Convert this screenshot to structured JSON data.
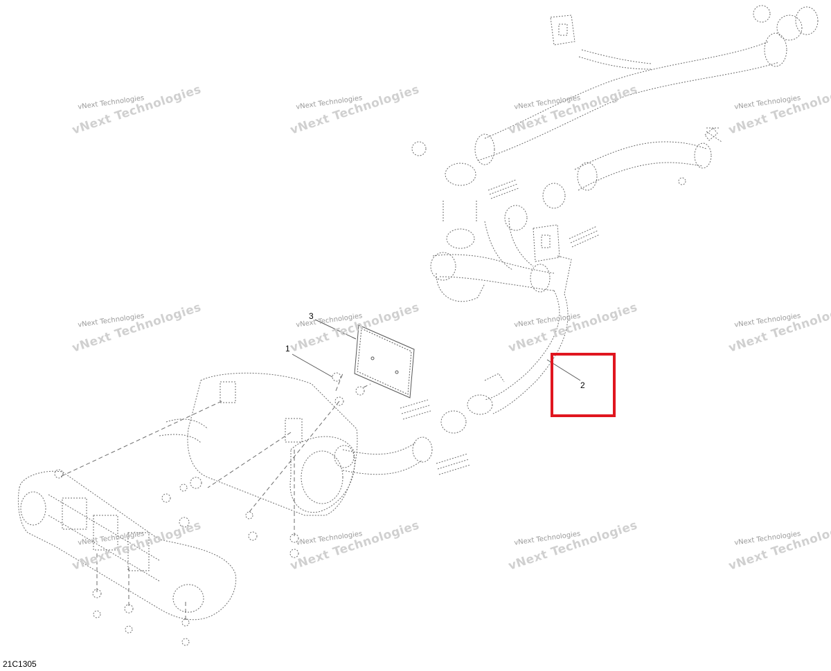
{
  "diagram": {
    "code": "21C1305",
    "callouts": [
      {
        "id": "1",
        "label": "1"
      },
      {
        "id": "2",
        "label": "2"
      },
      {
        "id": "3",
        "label": "3"
      }
    ],
    "watermark": {
      "line1": "vNext Technologies",
      "line2": "vNext Technologies"
    },
    "highlight_color": "#e0161f",
    "line_color": "#555555"
  }
}
